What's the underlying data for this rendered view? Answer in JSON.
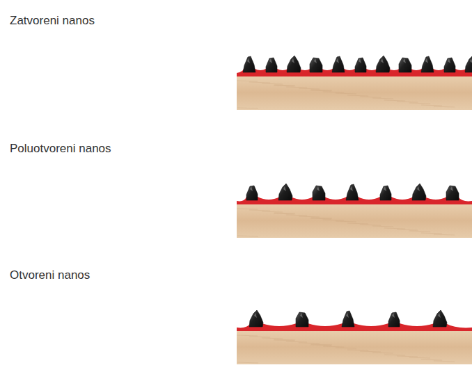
{
  "diagram": {
    "labels": [
      "Zatvoreni nanos",
      "Poluotvoreni nanos",
      "Otvoreni nanos"
    ]
  }
}
